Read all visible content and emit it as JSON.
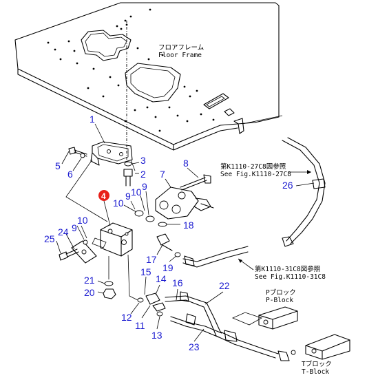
{
  "colors": {
    "callout": "#1a1ad0",
    "highlight": "#e8201a",
    "line": "#000000"
  },
  "annotations": {
    "floor_frame_jp": "フロアフレーム",
    "floor_frame_en": "Floor Frame",
    "ref1_jp": "第K1110-27C8図参照",
    "ref1_en": "See Fig.K1110-27C8",
    "ref2_jp": "第K1110-31C8図参照",
    "ref2_en": "See Fig.K1110-31C8",
    "p_block_jp": "Pブロック",
    "p_block_en": "P-Block",
    "t_block_jp": "Tブロック",
    "t_block_en": "T-Block"
  },
  "callouts": {
    "c1": "1",
    "c2": "2",
    "c3": "3",
    "c4": "4",
    "c5": "5",
    "c6": "6",
    "c7": "7",
    "c8": "8",
    "c9a": "9",
    "c9b": "9",
    "c9c": "9",
    "c10a": "10",
    "c10b": "10",
    "c10c": "10",
    "c11": "11",
    "c12": "12",
    "c13": "13",
    "c14": "14",
    "c15": "15",
    "c16": "16",
    "c17": "17",
    "c18": "18",
    "c19": "19",
    "c20": "20",
    "c21": "21",
    "c22": "22",
    "c23": "23",
    "c24": "24",
    "c25": "25",
    "c26": "26"
  },
  "highlighted_part": "4"
}
